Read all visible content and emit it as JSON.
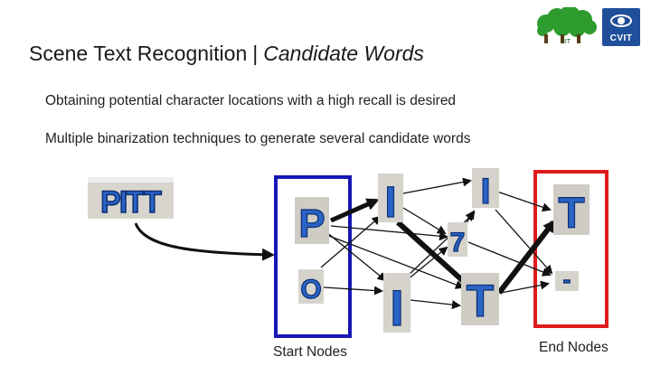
{
  "slide": {
    "title_main": "Scene Text Recognition",
    "title_separator": "|",
    "title_sub": "Candidate Words",
    "bullets": [
      "Obtaining potential character locations with a high recall is desired",
      "Multiple binarization techniques to generate several candidate words"
    ]
  },
  "logos": {
    "left_logo_text": "IIIT",
    "right_logo_text": "CVIT"
  },
  "diagram": {
    "source_image_text": "PITT",
    "start_label": "Start Nodes",
    "end_label": "End Nodes",
    "glyphs": {
      "p": "P",
      "o": "O",
      "i_top": "I",
      "i_bottom": "I",
      "t_mid": "T",
      "j_top": "I",
      "seven": "7",
      "t_end": "T",
      "dash_end": "-"
    },
    "colors": {
      "start_box": "#1616b4",
      "end_box": "#e01b1b",
      "letter_blue": "#2b63c6",
      "letter_edge": "#0b2f72"
    }
  }
}
